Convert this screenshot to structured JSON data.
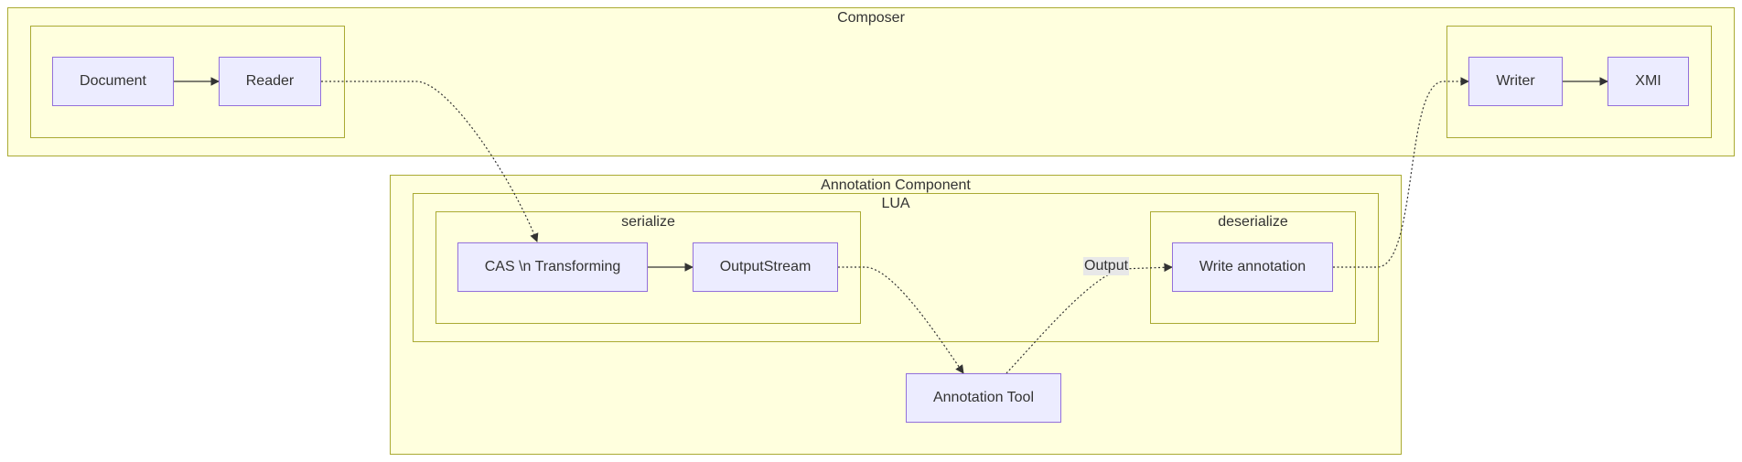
{
  "clusters": {
    "composer": {
      "label": "Composer"
    },
    "annotation_component": {
      "label": "Annotation Component"
    },
    "lua": {
      "label": "LUA"
    },
    "serialize": {
      "label": "serialize"
    },
    "deserialize": {
      "label": "deserialize"
    }
  },
  "nodes": {
    "document": "Document",
    "reader": "Reader",
    "writer": "Writer",
    "xmi": "XMI",
    "cas_transforming": "CAS \\n Transforming",
    "output_stream": "OutputStream",
    "write_annotation": "Write annotation",
    "annotation_tool": "Annotation Tool"
  },
  "edge_labels": {
    "output": "Output"
  },
  "colors": {
    "cluster_fill": "#ffffde",
    "cluster_border": "#aaaa33",
    "node_fill": "#ececff",
    "node_border": "#9370db",
    "edge": "#333333"
  }
}
